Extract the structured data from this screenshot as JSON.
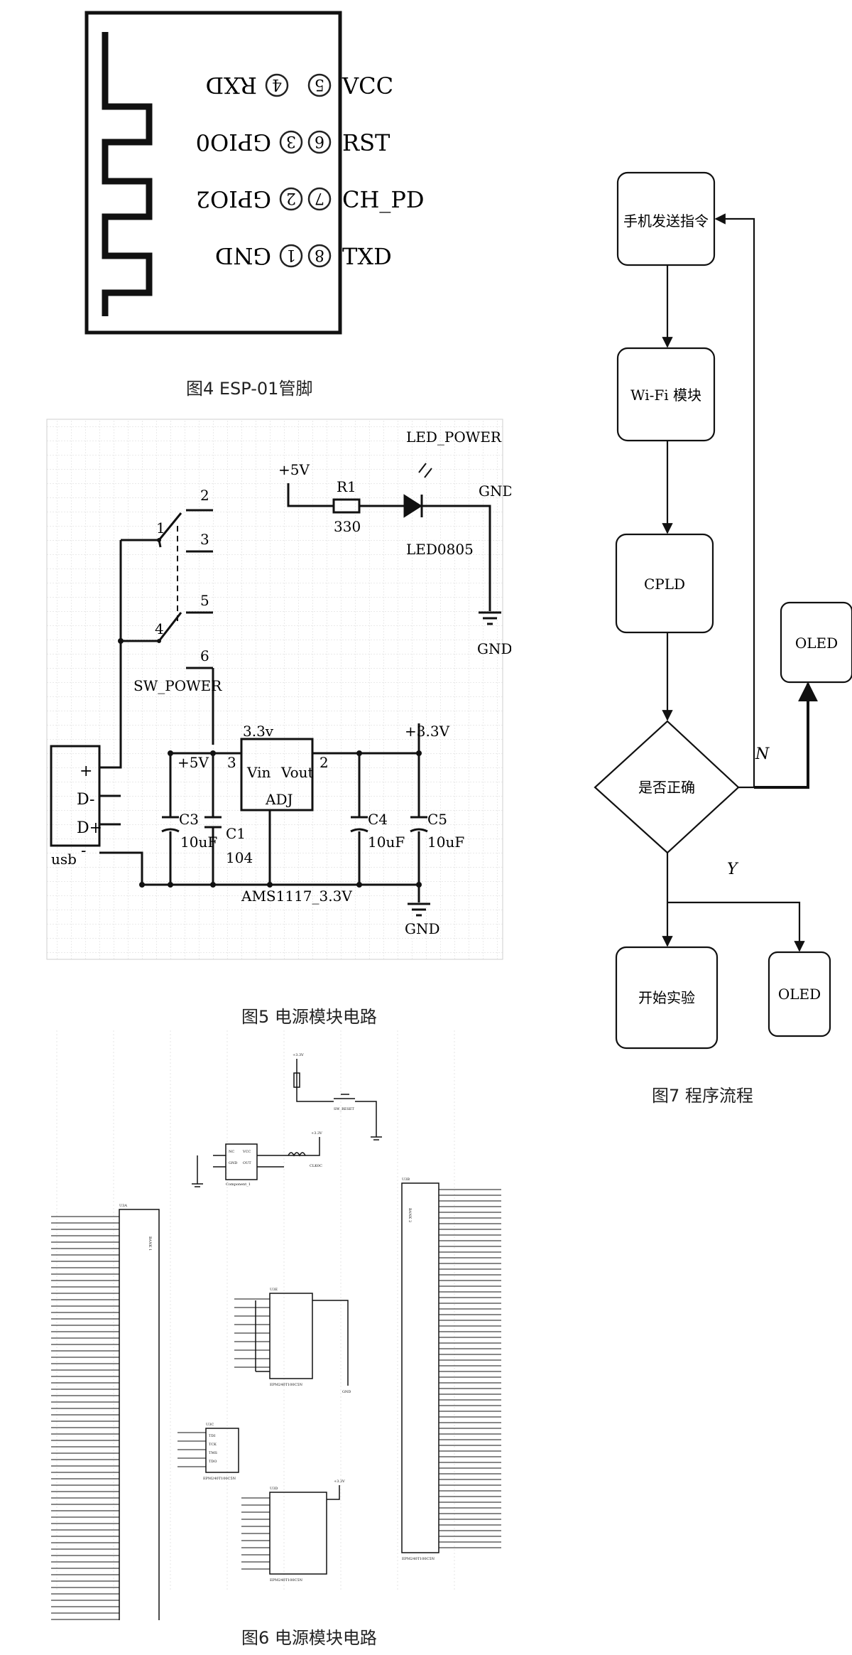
{
  "fig4": {
    "caption": "图4 ESP-01管脚",
    "pins_left": [
      {
        "num": "4",
        "label": "RXD"
      },
      {
        "num": "3",
        "label": "GPIO0"
      },
      {
        "num": "2",
        "label": "GPIO2"
      },
      {
        "num": "1",
        "label": "GND"
      }
    ],
    "pins_right": [
      {
        "num": "5",
        "label": "VCC"
      },
      {
        "num": "6",
        "label": "RST"
      },
      {
        "num": "7",
        "label": "CH_PD"
      },
      {
        "num": "8",
        "label": "TXD"
      }
    ]
  },
  "fig5": {
    "caption": "图5 电源模块电路",
    "led_label": "LED_POWER",
    "plus5v": "+5V",
    "r1": "R1",
    "r1_value": "330",
    "led_part": "LED0805",
    "gnd": "GND",
    "switch_pins": [
      "1",
      "2",
      "3",
      "4",
      "5",
      "6"
    ],
    "switch_name": "SW_POWER",
    "reg_voltage": "3.3v",
    "plus33v": "+3.3V",
    "pin3": "3",
    "pin2": "2",
    "vin": "Vin",
    "vout": "Vout",
    "adj": "ADJ",
    "reg_part": "AMS1117_3.3V",
    "c3": "C3",
    "c3_value": "10uF",
    "c1": "C1",
    "c1_value": "104",
    "c4": "C4",
    "c4_value": "10uF",
    "c5": "C5",
    "c5_value": "10uF",
    "usb_pins": [
      "+",
      "D-",
      "D+",
      "-"
    ],
    "usb_label": "usb"
  },
  "fig6": {
    "caption": "图6 电源模块电路",
    "u3a": "U3A",
    "bank1": "BANK 1",
    "u3b": "U3B",
    "bank2": "BANK 2",
    "u3c": "U3C",
    "u3d": "U3D",
    "u3e": "U3E",
    "sw_reset": "SW_RESET",
    "osc_pins": [
      "NC",
      "GND",
      "VCC",
      "OUT"
    ],
    "component": "Component_1",
    "clk": "CLK0C",
    "vcc": "+3.3V",
    "gnd": "GND",
    "jtag": [
      "TDI",
      "TCK",
      "TMS",
      "TDO"
    ],
    "chip": "EPM240T100C5N"
  },
  "fig7": {
    "caption": "图7 程序流程",
    "box_send": "手机发送指令",
    "box_wifi": "Wi-Fi 模块",
    "box_cpld": "CPLD",
    "decision": "是否正确",
    "box_oled_top": "OLED",
    "box_start": "开始实验",
    "box_oled_bottom": "OLED",
    "label_n": "N",
    "label_y": "Y"
  }
}
